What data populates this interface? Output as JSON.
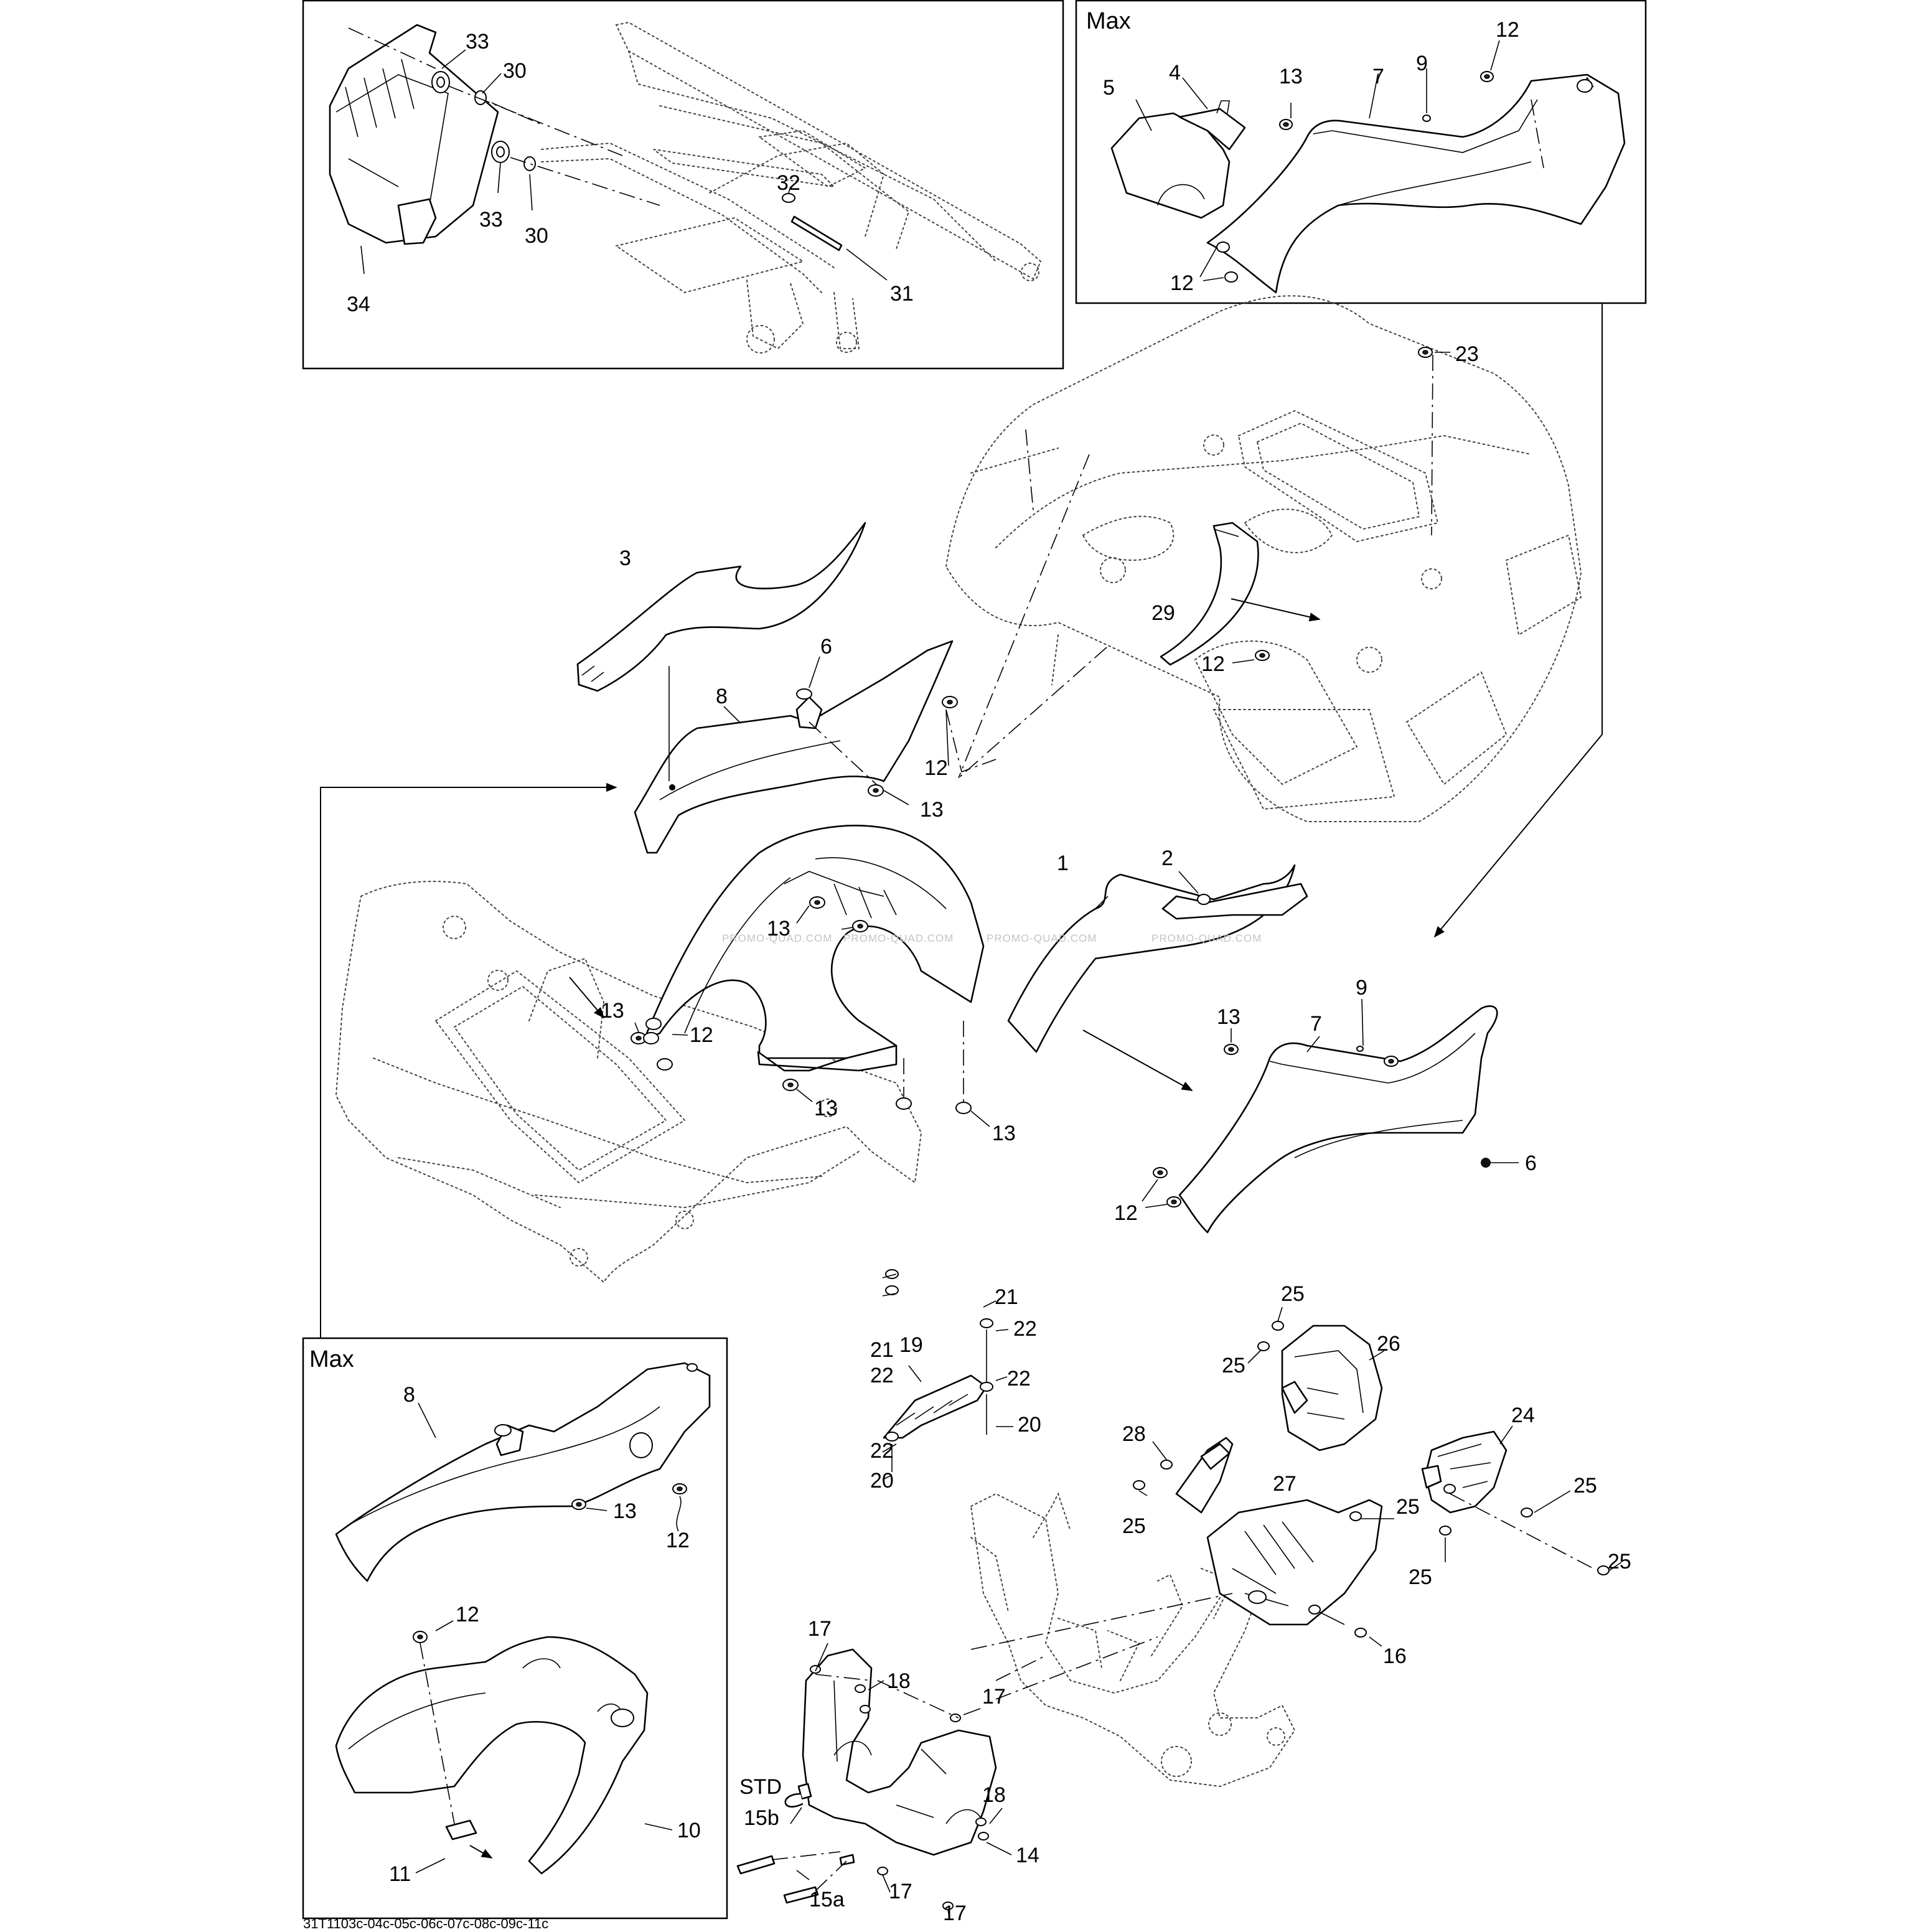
{
  "boxes": {
    "max_top_right_title": "Max",
    "max_bottom_left_title": "Max"
  },
  "watermark": {
    "text": "PROMO-QUAD.COM"
  },
  "figure_ref": "31T1103c-04c-05c-06c-07c-08c-09c-11c",
  "callouts": {
    "c1": "1",
    "c2": "2",
    "c3": "3",
    "c4": "4",
    "c5": "5",
    "c6a": "6",
    "c6b": "6",
    "c7a": "7",
    "c7b": "7",
    "c8a": "8",
    "c8b": "8",
    "c9a": "9",
    "c9b": "9",
    "c10": "10",
    "c11": "11",
    "c12a": "12",
    "c12b": "12",
    "c12c": "12",
    "c12d": "12",
    "c12e": "12",
    "c12f": "12",
    "c12g": "12",
    "c12h": "12",
    "c13a": "13",
    "c13b": "13",
    "c13c": "13",
    "c13d": "13",
    "c13e": "13",
    "c13f": "13",
    "c13g": "13",
    "c13h": "13",
    "c14": "14",
    "c15a": "15a",
    "c15b": "15b",
    "c16": "16",
    "c17a": "17",
    "c17b": "17",
    "c17c": "17",
    "c17d": "17",
    "c18a": "18",
    "c18b": "18",
    "c19": "19",
    "c20a": "20",
    "c20b": "20",
    "c21a": "21",
    "c21b": "21",
    "c22a": "22",
    "c22b": "22",
    "c22c": "22",
    "c22d": "22",
    "c23": "23",
    "c24": "24",
    "c25a": "25",
    "c25b": "25",
    "c25c": "25",
    "c25d": "25",
    "c25e": "25",
    "c25f": "25",
    "c26": "26",
    "c27": "27",
    "c28": "28",
    "c29": "29",
    "c30a": "30",
    "c30b": "30",
    "c31": "31",
    "c32": "32",
    "c33a": "33",
    "c33b": "33",
    "c34": "34",
    "std": "STD"
  }
}
